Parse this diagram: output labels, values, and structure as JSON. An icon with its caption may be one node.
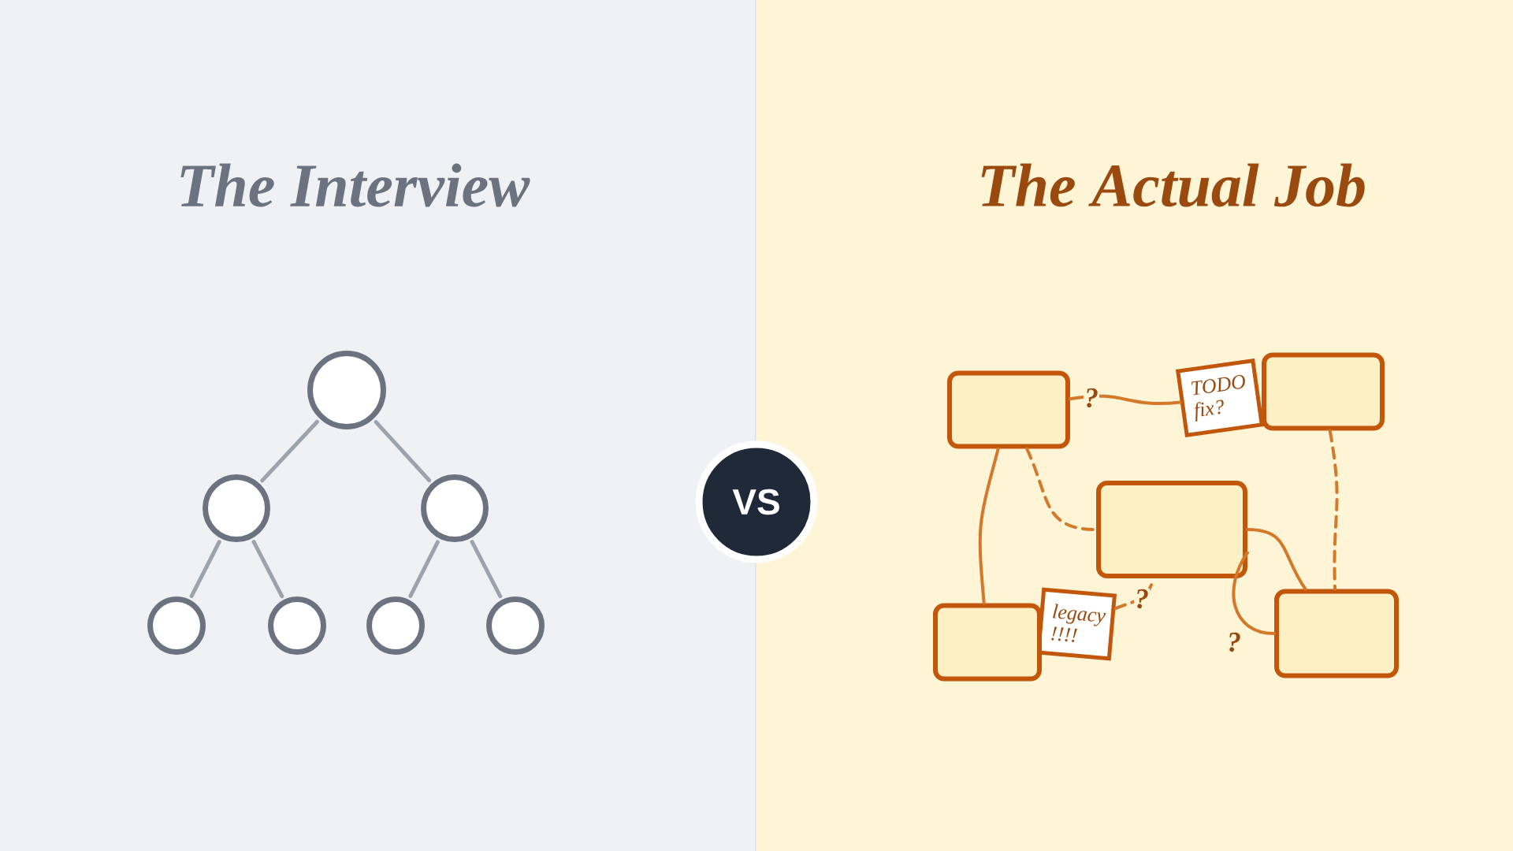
{
  "diagram": {
    "nodes": [
      {
        "text": [],
        "shape": "circle"
      },
      {
        "text": [],
        "shape": "circle"
      },
      {
        "text": [],
        "shape": "circle"
      },
      {
        "text": [],
        "shape": "circle"
      },
      {
        "text": [],
        "shape": "circle"
      },
      {
        "text": [],
        "shape": "circle"
      },
      {
        "text": [],
        "shape": "circle"
      },
      {
        "text": [
          "VS"
        ]
      },
      {
        "text": [],
        "shape": "box"
      },
      {
        "text": [
          "TODO fix?"
        ]
      },
      {
        "text": [],
        "shape": "box"
      },
      {
        "text": [],
        "shape": "box"
      },
      {
        "text": [
          "legacy !!!!"
        ]
      },
      {
        "text": [],
        "shape": "box"
      },
      {
        "text": [],
        "shape": "box"
      }
    ],
    "edges": [
      {
        "from": 0,
        "to": 1,
        "arrow": "none",
        "color": "#9ca3af"
      },
      {
        "from": 0,
        "to": 2,
        "arrow": "none",
        "color": "#9ca3af"
      },
      {
        "from": 1,
        "to": 3,
        "arrow": "none",
        "color": "#9ca3af"
      },
      {
        "from": 1,
        "to": 4,
        "arrow": "none",
        "color": "#9ca3af"
      },
      {
        "from": 2,
        "to": 5,
        "arrow": "none",
        "color": "#9ca3af"
      },
      {
        "from": 2,
        "to": 6,
        "arrow": "none",
        "color": "#9ca3af"
      },
      {
        "from": 8,
        "to": 9,
        "arrow": "none",
        "label": "?"
      },
      {
        "from": 8,
        "to": 13,
        "arrow": "none"
      },
      {
        "from": 8,
        "to": 11,
        "arrow": "none",
        "style": "dashed"
      },
      {
        "from": 10,
        "to": 14,
        "arrow": "none",
        "style": "dashed"
      },
      {
        "from": 11,
        "to": 14,
        "arrow": "none"
      },
      {
        "from": 11,
        "to": 14,
        "arrow": "none",
        "label": "?"
      },
      {
        "from": 12,
        "to": 11,
        "arrow": "none",
        "style": "dashed",
        "label": "?"
      }
    ],
    "labels": [
      "The Interview",
      "The Actual Job"
    ]
  }
}
